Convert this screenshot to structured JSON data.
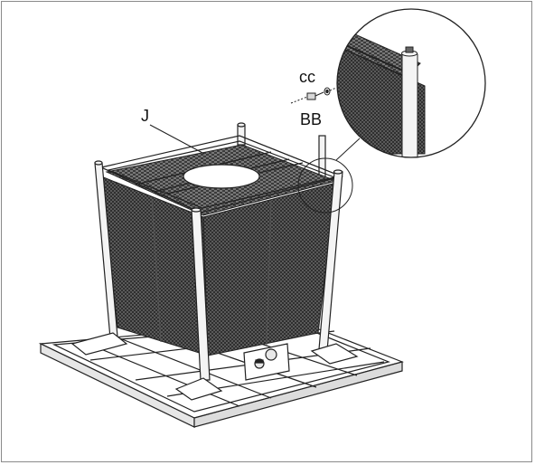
{
  "labels": {
    "part_j": "J",
    "part_cc": "cc",
    "part_bb": "BB"
  },
  "colors": {
    "frame_border": "#8a8a8a",
    "ink": "#111111",
    "wicker": "#3a3a3a",
    "wicker_light": "#6b6b6b",
    "background": "#ffffff"
  }
}
